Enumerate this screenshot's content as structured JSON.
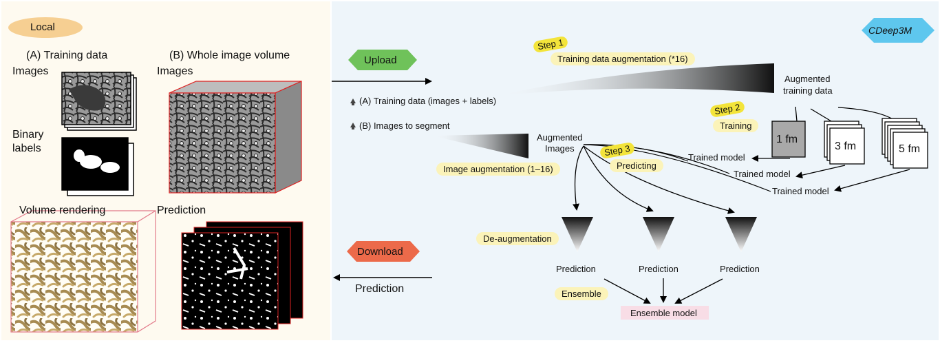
{
  "local": {
    "badge": "Local",
    "training_data_title": "(A) Training data",
    "images_label": "Images",
    "binary_label_line1": "Binary",
    "binary_label_line2": "labels",
    "volume_rendering": "Volume rendering",
    "whole_volume_title": "(B) Whole image volume",
    "volume_images_label": "Images",
    "prediction_title": "Prediction"
  },
  "transfer": {
    "upload": "Upload",
    "upload_item_a": "(A) Training data (images + labels)",
    "upload_item_b": "(B) Images to segment",
    "download": "Download",
    "download_item": "Prediction"
  },
  "cloud": {
    "badge": "CDeep3M",
    "step1": "Step 1",
    "step1_desc": "Training data augmentation (*16)",
    "augmented_training_line1": "Augmented",
    "augmented_training_line2": "training data",
    "step2": "Step 2",
    "step2_desc": "Training",
    "models": [
      "1 fm",
      "3 fm",
      "5 fm"
    ],
    "trained_model": "Trained model",
    "augmented_images_line1": "Augmented",
    "augmented_images_line2": "Images",
    "step3": "Step 3",
    "step3_desc": "Predicting",
    "image_augmentation": "Image augmentation (1–16)",
    "deaugmentation": "De-augmentation",
    "prediction": "Prediction",
    "ensemble": "Ensemble",
    "ensemble_model": "Ensemble model"
  },
  "colors": {
    "local_badge": "#f6cf92",
    "cloud_badge": "#5ec7ee",
    "upload_badge": "#6fc25a",
    "download_badge": "#ec6a4a",
    "highlight": "#fbf3b9",
    "step_highlight": "#f3e43a",
    "ensemble_box": "#f8dde6"
  }
}
